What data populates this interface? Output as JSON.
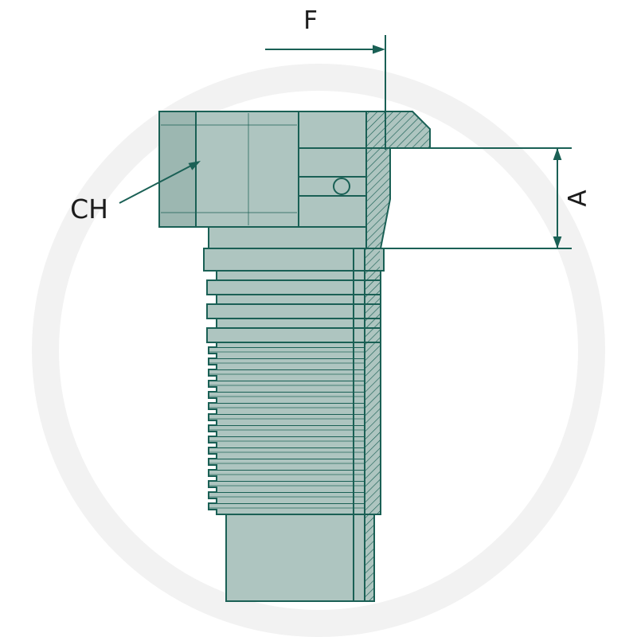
{
  "diagram": {
    "labels": {
      "f": "F",
      "ch": "CH",
      "a": "A"
    }
  },
  "colors": {
    "background": "#ffffff",
    "outline": "#1a6055",
    "fill": "#aec5c0",
    "fill_shaded": "#9cb7b1",
    "dimension": "#1a6055",
    "text": "#1c1c1c",
    "watermark": "#f2f2f2"
  }
}
